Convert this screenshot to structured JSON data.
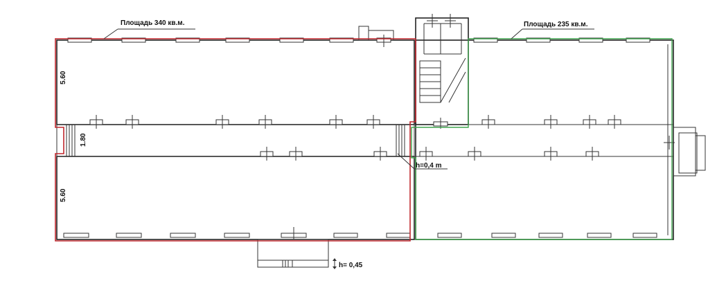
{
  "labels": {
    "area_left": "Площадь 340 кв.м.",
    "area_right": "Площадь 235 кв.м.",
    "dim_top": "5.60",
    "dim_mid": "1.80",
    "dim_bottom": "5.60",
    "height_ramp": "h=0,4 m",
    "height_steps": "h= 0,45"
  },
  "colors": {
    "area_left_outline": "#c0272d",
    "area_right_outline": "#3fa34d",
    "walls": "#222222"
  }
}
